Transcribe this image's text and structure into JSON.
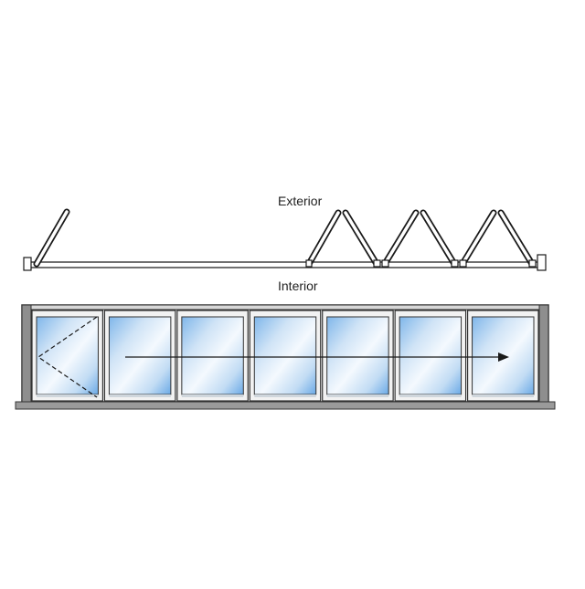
{
  "labels": {
    "exterior": "Exterior",
    "interior": "Interior"
  },
  "diagram": {
    "panel_count": 7,
    "swing_door_panel": 1,
    "slide_direction": "right",
    "colors": {
      "frame": "#9a9a9a",
      "frame_dark": "#4a4a4a",
      "glass_light": "#e8f2fb",
      "glass_mid": "#a9cdf0",
      "glass_dark": "#5aa0e0",
      "line": "#1a1a1a",
      "track": "#ffffff"
    }
  }
}
